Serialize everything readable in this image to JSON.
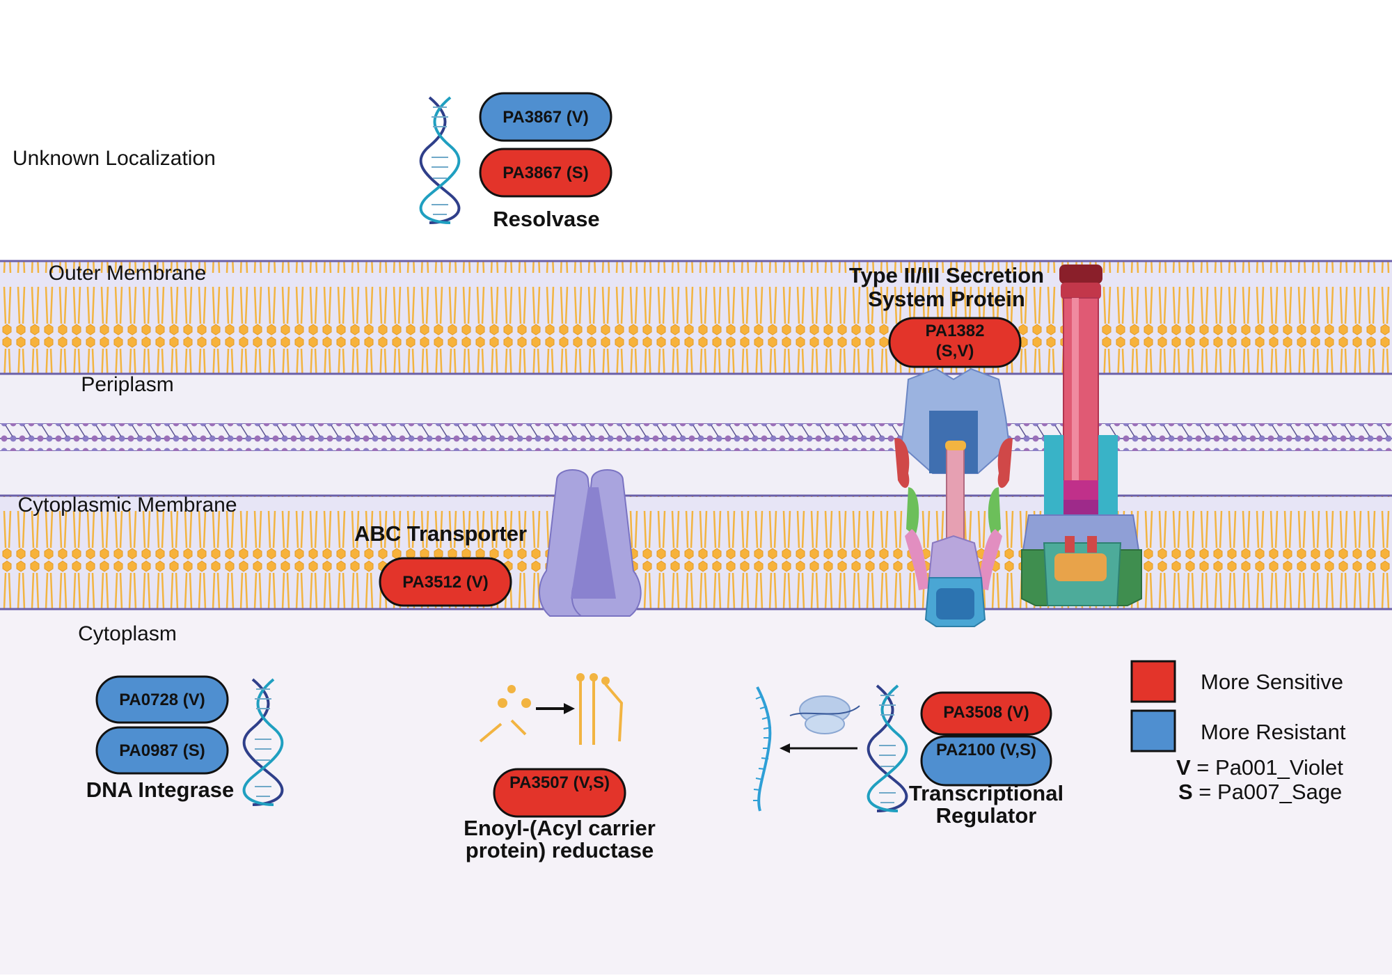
{
  "zones": {
    "unknown": "Unknown Localization",
    "outer_membrane": "Outer Membrane",
    "periplasm": "Periplasm",
    "cytoplasmic_membrane": "Cytoplasmic Membrane",
    "cytoplasm": "Cytoplasm"
  },
  "groups": {
    "resolvase": {
      "title": "Resolvase",
      "badges": [
        {
          "label": "PA3867 (V)",
          "effect": "resistant"
        },
        {
          "label": "PA3867 (S)",
          "effect": "sensitive"
        }
      ]
    },
    "secretion": {
      "title_line1": "Type II/III Secretion",
      "title_line2": "System Protein",
      "badges": [
        {
          "label_line1": "PA1382",
          "label_line2": "(S,V)",
          "effect": "sensitive"
        }
      ]
    },
    "abc": {
      "title": "ABC Transporter",
      "badges": [
        {
          "label": "PA3512 (V)",
          "effect": "sensitive"
        }
      ]
    },
    "integrase": {
      "title": "DNA Integrase",
      "badges": [
        {
          "label": "PA0728 (V)",
          "effect": "resistant"
        },
        {
          "label": "PA0987 (S)",
          "effect": "resistant"
        }
      ]
    },
    "reductase": {
      "title_line1": "Enoyl-(Acyl carrier",
      "title_line2": "protein) reductase",
      "badges": [
        {
          "label": "PA3507 (V,S)",
          "effect": "sensitive"
        }
      ]
    },
    "regulator": {
      "title_line1": "Transcriptional",
      "title_line2": "Regulator",
      "badges": [
        {
          "label": "PA3508 (V)",
          "effect": "sensitive"
        },
        {
          "label": "PA2100 (V,S)",
          "effect": "resistant"
        }
      ]
    }
  },
  "legend": {
    "sensitive_label": "More Sensitive",
    "resistant_label": "More Resistant",
    "v_key": "V",
    "v_value": " = Pa001_Violet",
    "s_key": "S",
    "s_value": " = Pa007_Sage"
  },
  "colors": {
    "sensitive": "#e3342a",
    "resistant": "#4f8fd0",
    "membrane_bg": "#e7e5f6",
    "lipid_head": "#f7b23b",
    "lipid_tail": "#f2b441",
    "membrane_line": "#6a5fa8",
    "cytoplasm_bg": "#f5f2f8"
  }
}
